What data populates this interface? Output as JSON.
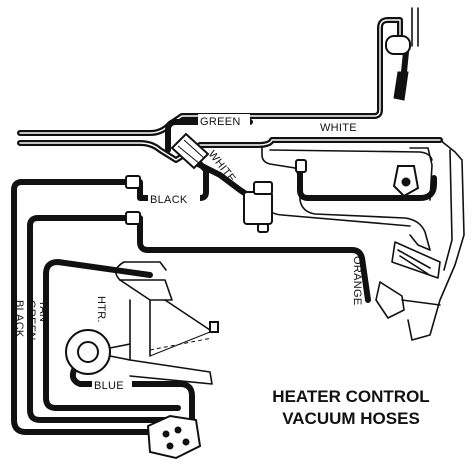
{
  "title": {
    "line1": "HEATER CONTROL",
    "line2": "VACUUM HOSES"
  },
  "labels": {
    "green_top": "GREEN",
    "white_top": "WHITE",
    "white_diag": "WHITE",
    "black_mid": "BLACK",
    "orange": "ORANGE",
    "htr": "HTR.",
    "tan": "TAN",
    "green_vert": "GREEN",
    "black_vert": "BLACK",
    "blue": "BLUE"
  }
}
